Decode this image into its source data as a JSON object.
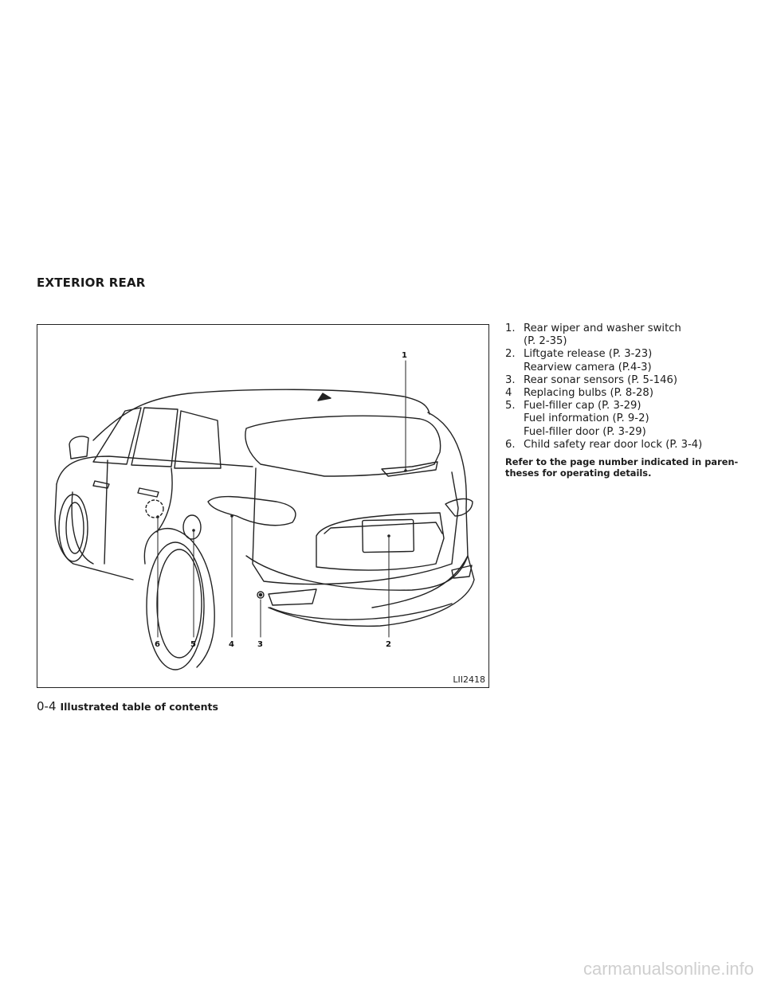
{
  "section_title": "EXTERIOR REAR",
  "figure": {
    "code": "LII2418",
    "callouts": [
      "1",
      "2",
      "3",
      "4",
      "5",
      "6"
    ]
  },
  "legend": {
    "items": [
      {
        "num": "1.",
        "lines": [
          "Rear wiper and washer switch",
          "(P. 2-35)"
        ]
      },
      {
        "num": "2.",
        "lines": [
          "Liftgate release (P. 3-23)",
          "Rearview camera (P.4-3)"
        ]
      },
      {
        "num": "3.",
        "lines": [
          "Rear sonar sensors (P. 5-146)"
        ]
      },
      {
        "num": "4",
        "lines": [
          "Replacing bulbs (P. 8-28)"
        ]
      },
      {
        "num": "5.",
        "lines": [
          "Fuel-filler cap (P. 3-29)",
          "Fuel information (P. 9-2)",
          "Fuel-filler door (P. 3-29)"
        ]
      },
      {
        "num": "6.",
        "lines": [
          "Child safety rear door lock (P. 3-4)"
        ]
      }
    ],
    "note": "Refer to the page number indicated in paren-theses for operating details."
  },
  "footer": {
    "page": "0-4",
    "title": "Illustrated table of contents"
  },
  "watermark": "carmanualsonline.info"
}
